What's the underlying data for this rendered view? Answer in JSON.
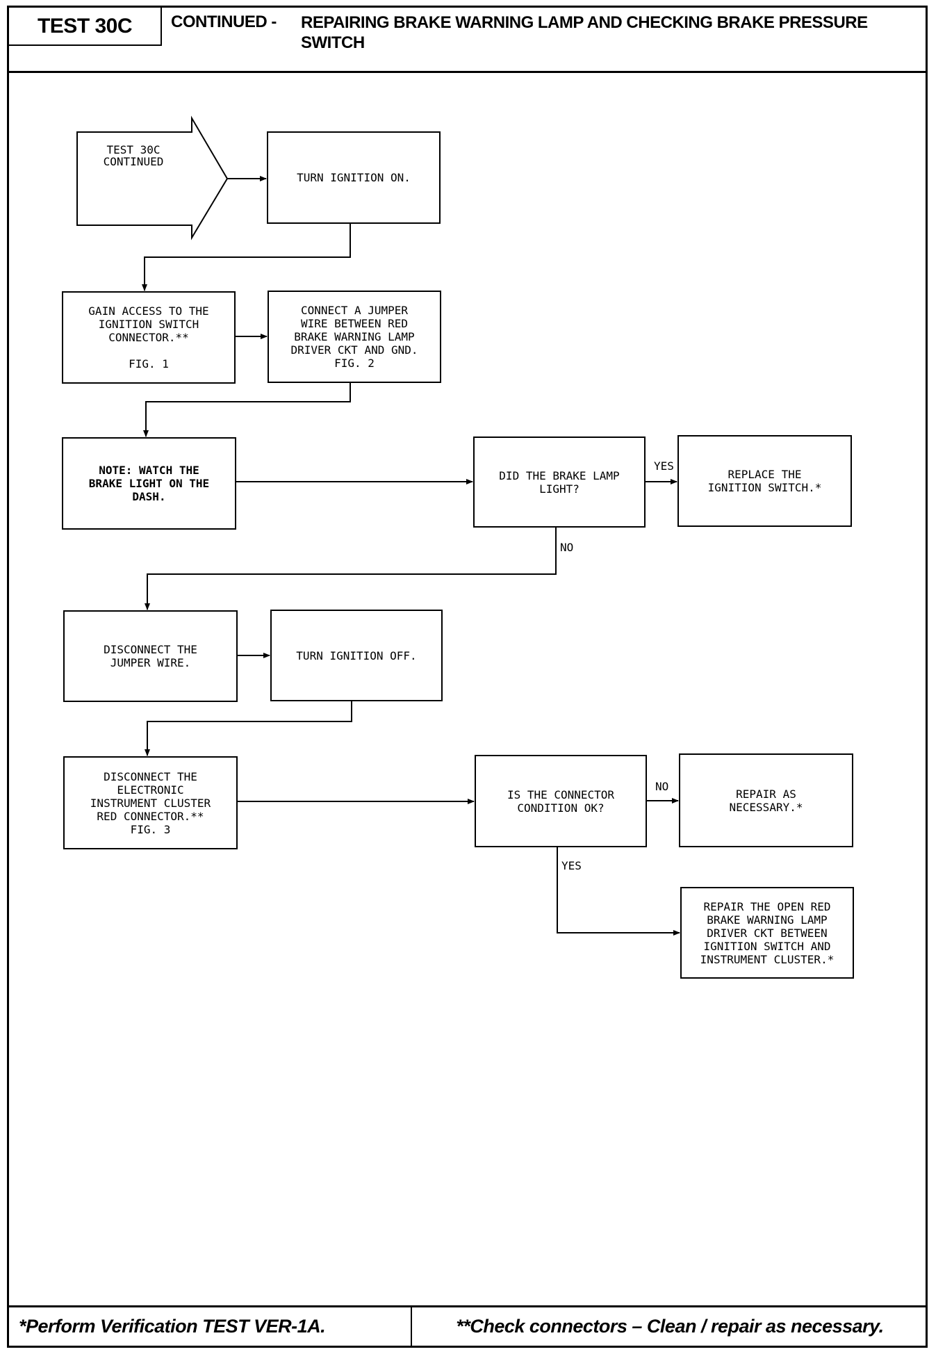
{
  "header": {
    "test_id": "TEST 30C",
    "continued": "CONTINUED -",
    "title": "REPAIRING BRAKE WARNING LAMP AND CHECKING BRAKE PRESSURE SWITCH"
  },
  "flow": {
    "start": "TEST 30C\nCONTINUED",
    "turn_ignition_on": "TURN IGNITION ON.",
    "gain_access": "GAIN ACCESS TO THE\nIGNITION SWITCH\nCONNECTOR.**\n\nFIG. 1",
    "connect_jumper": "CONNECT A JUMPER\nWIRE BETWEEN RED\nBRAKE WARNING LAMP\nDRIVER CKT AND GND.\nFIG. 2",
    "note_watch": "NOTE: WATCH THE\nBRAKE LIGHT ON THE\nDASH.",
    "did_lamp_light": "DID THE BRAKE LAMP\nLIGHT?",
    "replace_switch": "REPLACE THE\nIGNITION SWITCH.*",
    "disconnect_jumper": "DISCONNECT THE\nJUMPER WIRE.",
    "turn_ignition_off": "TURN IGNITION OFF.",
    "disconnect_cluster": "DISCONNECT THE\nELECTRONIC\nINSTRUMENT CLUSTER\nRED CONNECTOR.**\nFIG. 3",
    "connector_ok": "IS THE CONNECTOR\nCONDITION OK?",
    "repair_as_necessary": "REPAIR AS\nNECESSARY.*",
    "repair_open": "REPAIR THE OPEN RED\nBRAKE WARNING LAMP\nDRIVER CKT BETWEEN\nIGNITION SWITCH AND\nINSTRUMENT CLUSTER.*"
  },
  "labels": {
    "yes_1": "YES",
    "no_1": "NO",
    "no_2": "NO",
    "yes_2": "YES"
  },
  "footer": {
    "left": "*Perform Verification TEST VER-1A.",
    "right": "**Check connectors – Clean / repair as necessary."
  }
}
